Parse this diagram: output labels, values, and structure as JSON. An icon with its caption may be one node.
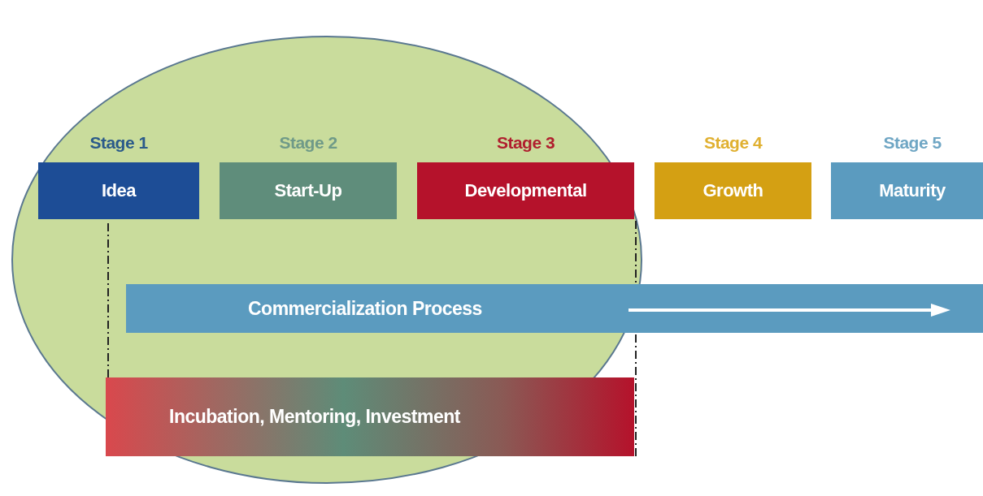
{
  "diagram": {
    "nodes": [
      {
        "text": [
          "Stage 1",
          "Idea"
        ]
      },
      {
        "text": [
          "Stage 2",
          "Start-Up"
        ]
      },
      {
        "text": [
          "Stage 3",
          "Developmental"
        ]
      },
      {
        "text": [
          "Stage 4",
          "Growth"
        ]
      },
      {
        "text": [
          "Stage 5",
          "Maturity"
        ]
      },
      {
        "text": [
          "Commercialization Process"
        ]
      },
      {
        "text": [
          "Incubation, Mentoring, Investment"
        ]
      }
    ],
    "edges": []
  }
}
